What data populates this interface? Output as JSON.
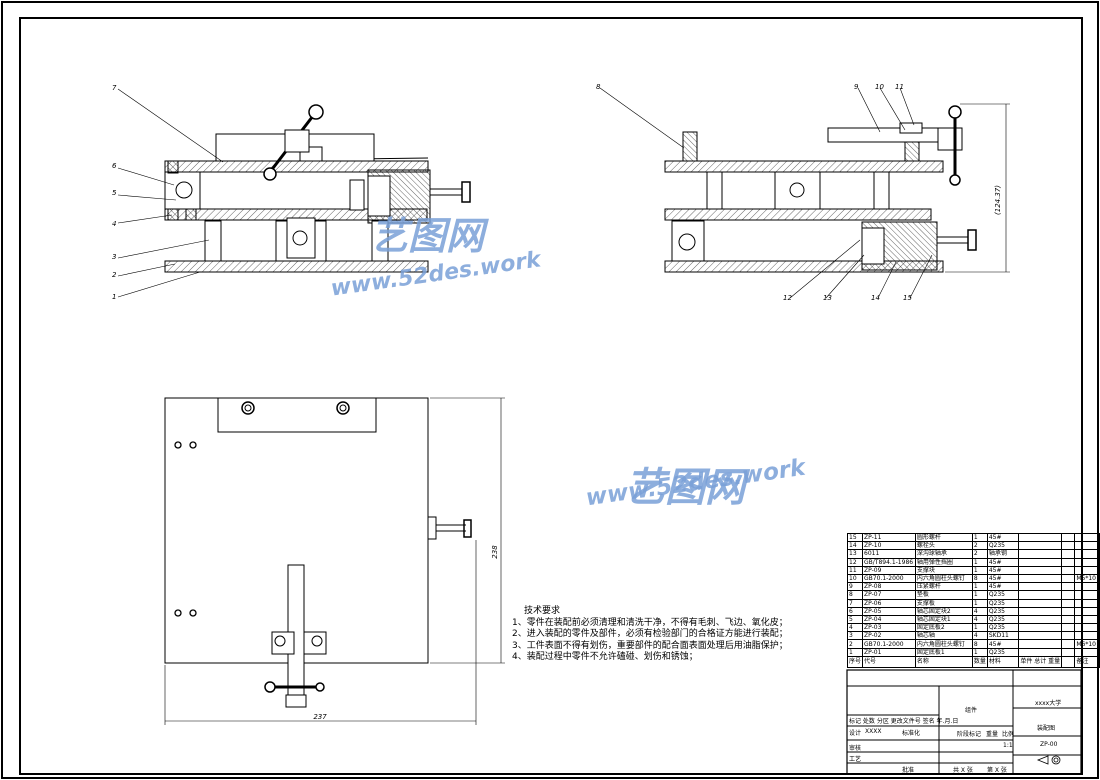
{
  "drawing": {
    "part_labels_front": [
      "7",
      "6",
      "5",
      "4",
      "3",
      "2",
      "1"
    ],
    "part_labels_side": [
      "8",
      "9",
      "10",
      "11",
      "12",
      "13",
      "14",
      "15"
    ],
    "dim_height_side": "(124.37)",
    "dim_width_top": "237",
    "dim_height_top": "238"
  },
  "tech_requirements": {
    "title": "技术要求",
    "items": [
      "1、零件在装配前必须清理和清洗干净，不得有毛刺、飞边、氧化皮；",
      "2、进入装配的零件及部件，必须有检验部门的合格证方能进行装配；",
      "3、工件表面不得有划伤，重要部件的配合面表面处理后用油脂保护；",
      "4、装配过程中零件不允许磕碰、划伤和锈蚀；"
    ]
  },
  "bom": {
    "rows": [
      [
        "15",
        "ZP-11",
        "圆形螺杆",
        "1",
        "45#",
        "",
        ""
      ],
      [
        "14",
        "ZP-10",
        "螺栓头",
        "2",
        "Q235",
        "",
        ""
      ],
      [
        "13",
        "6011",
        "深沟球轴承",
        "2",
        "轴承钢",
        "",
        ""
      ],
      [
        "12",
        "GB/T894.1-1986",
        "轴用弹性挡圈",
        "1",
        "45#",
        "",
        ""
      ],
      [
        "11",
        "ZP-09",
        "支撑块",
        "1",
        "45#",
        "",
        ""
      ],
      [
        "10",
        "GB70.1-2000",
        "内六角圆柱头螺钉",
        "8",
        "45#",
        "",
        "M5*10"
      ],
      [
        "9",
        "ZP-08",
        "压紧螺杆",
        "1",
        "45#",
        "",
        ""
      ],
      [
        "8",
        "ZP-07",
        "垫板",
        "1",
        "Q235",
        "",
        ""
      ],
      [
        "7",
        "ZP-06",
        "支撑板",
        "1",
        "Q235",
        "",
        ""
      ],
      [
        "6",
        "ZP-05",
        "轴芯固定块2",
        "4",
        "Q235",
        "",
        ""
      ],
      [
        "5",
        "ZP-04",
        "轴芯固定块1",
        "4",
        "Q235",
        "",
        ""
      ],
      [
        "4",
        "ZP-03",
        "固定底板2",
        "1",
        "Q235",
        "",
        ""
      ],
      [
        "3",
        "ZP-02",
        "轴芯轴",
        "4",
        "SKD11",
        "",
        ""
      ],
      [
        "2",
        "GB70.1-2000",
        "内六角圆柱头螺钉",
        "8",
        "45#",
        "",
        "M6*10"
      ],
      [
        "1",
        "ZP-01",
        "固定底板1",
        "1",
        "Q235",
        "",
        ""
      ]
    ],
    "header": [
      "序号",
      "代号",
      "名称",
      "数量",
      "材料",
      "单件 总计 重量",
      "备注"
    ]
  },
  "title_block": {
    "assembly": "组件",
    "school": "xxxx大学",
    "drawing_name": "装配图",
    "drawing_no": "ZP-00",
    "scale": "1:1",
    "design": "设计",
    "designer": "XXXX",
    "check": "审核",
    "approve": "批准",
    "process": "工艺",
    "stage": "阶段标记",
    "weight": "重量",
    "ratio": "比例",
    "sheet": "共 X 张",
    "sheet_no": "第 X 张",
    "marks_row": "标记 处数 分区 更改文件号 签名 年.月.日",
    "std": "标准化"
  },
  "watermark": {
    "cn": "艺图网",
    "url": "www.52des.work"
  }
}
